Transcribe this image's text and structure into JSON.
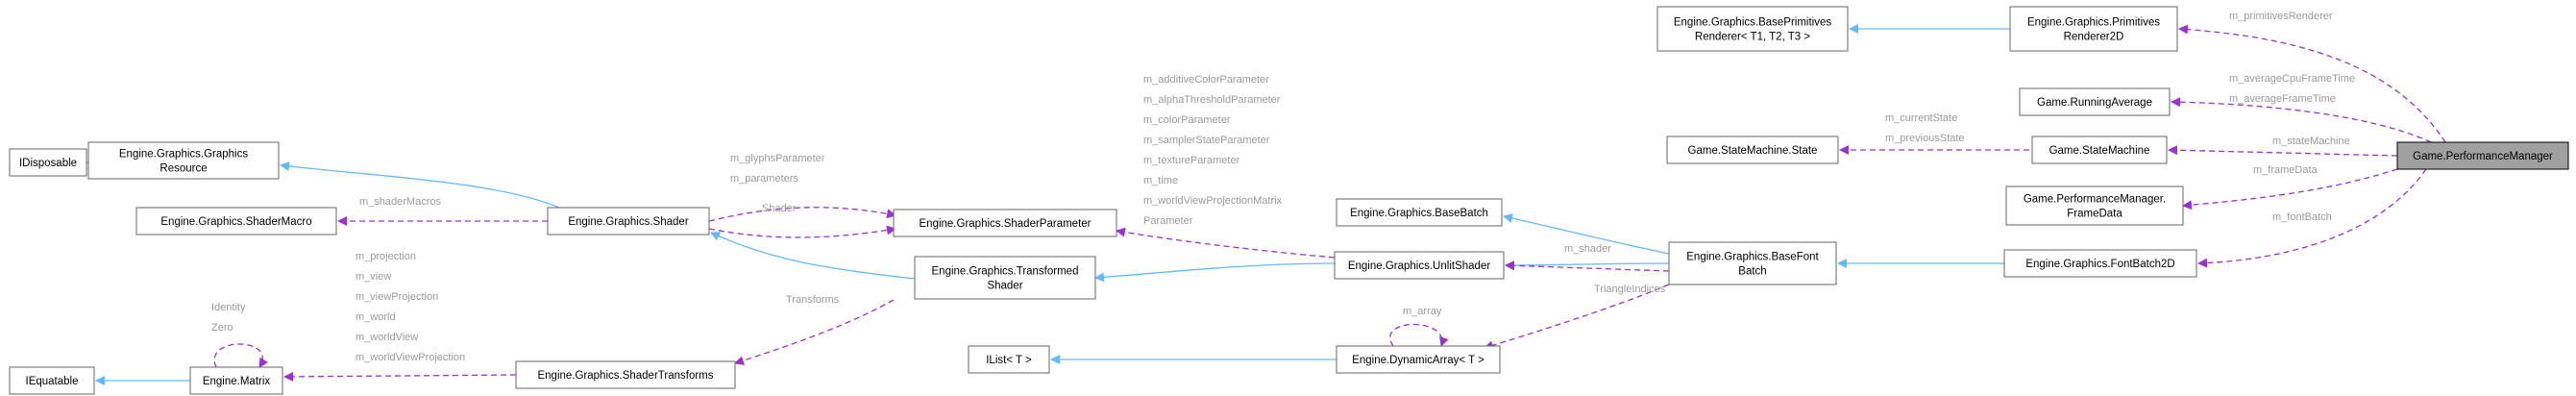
{
  "diagram": {
    "colors": {
      "inheritance": "#63b8ff",
      "usage": "#9a32cd",
      "label": "#9a9a9a",
      "highlight_fill": "#a0a0a0"
    },
    "nodes": {
      "idisposable": [
        "IDisposable"
      ],
      "graphics_resource": [
        "Engine.Graphics.Graphics",
        "Resource"
      ],
      "shader_macro": [
        "Engine.Graphics.ShaderMacro"
      ],
      "shader": [
        "Engine.Graphics.Shader"
      ],
      "shader_parameter": [
        "Engine.Graphics.ShaderParameter"
      ],
      "transformed_shader": [
        "Engine.Graphics.Transformed",
        "Shader"
      ],
      "shader_transforms": [
        "Engine.Graphics.ShaderTransforms"
      ],
      "iequatable": [
        "IEquatable"
      ],
      "matrix": [
        "Engine.Matrix"
      ],
      "ilist": [
        "IList< T >"
      ],
      "dynamic_array": [
        "Engine.DynamicArray< T >"
      ],
      "unlit_shader": [
        "Engine.Graphics.UnlitShader"
      ],
      "base_batch": [
        "Engine.Graphics.BaseBatch"
      ],
      "base_font_batch": [
        "Engine.Graphics.BaseFont",
        "Batch"
      ],
      "state_machine_state": [
        "Game.StateMachine.State"
      ],
      "base_primitives_renderer": [
        "Engine.Graphics.BasePrimitives",
        "Renderer< T1, T2, T3 >"
      ],
      "primitives_renderer_2d": [
        "Engine.Graphics.Primitives",
        "Renderer2D"
      ],
      "running_average": [
        "Game.RunningAverage"
      ],
      "state_machine": [
        "Game.StateMachine"
      ],
      "frame_data": [
        "Game.PerformanceManager.",
        "FrameData"
      ],
      "font_batch_2d": [
        "Engine.Graphics.FontBatch2D"
      ],
      "performance_manager": [
        "Game.PerformanceManager"
      ]
    },
    "edge_labels": {
      "glyph_params": [
        "m_glyphsParameter",
        "m_parameters"
      ],
      "shader_macros": [
        "m_shaderMacros"
      ],
      "shader": [
        "Shader"
      ],
      "transforms": [
        "Transforms"
      ],
      "unlit_params": [
        "m_additiveColorParameter",
        "m_alphaThresholdParameter",
        "m_colorParameter",
        "m_samplerStateParameter",
        "m_textureParameter",
        "m_time",
        "m_worldViewProjectionMatrix",
        "Parameter"
      ],
      "matrix_self": [
        "Identity",
        "Zero"
      ],
      "matrix_fields": [
        "m_projection",
        "m_view",
        "m_viewProjection",
        "m_world",
        "m_worldView",
        "m_worldViewProjection"
      ],
      "array_self": [
        "m_array"
      ],
      "triangle_indices": [
        "TriangleIndices"
      ],
      "m_shader": [
        "m_shader"
      ],
      "states": [
        "m_currentState",
        "m_previousState"
      ],
      "primitives_renderer": [
        "m_primitivesRenderer"
      ],
      "averages": [
        "m_averageCpuFrameTime",
        "m_averageFrameTime"
      ],
      "state_machine": [
        "m_stateMachine"
      ],
      "frame_data": [
        "m_frameData"
      ],
      "font_batch": [
        "m_fontBatch"
      ]
    }
  }
}
